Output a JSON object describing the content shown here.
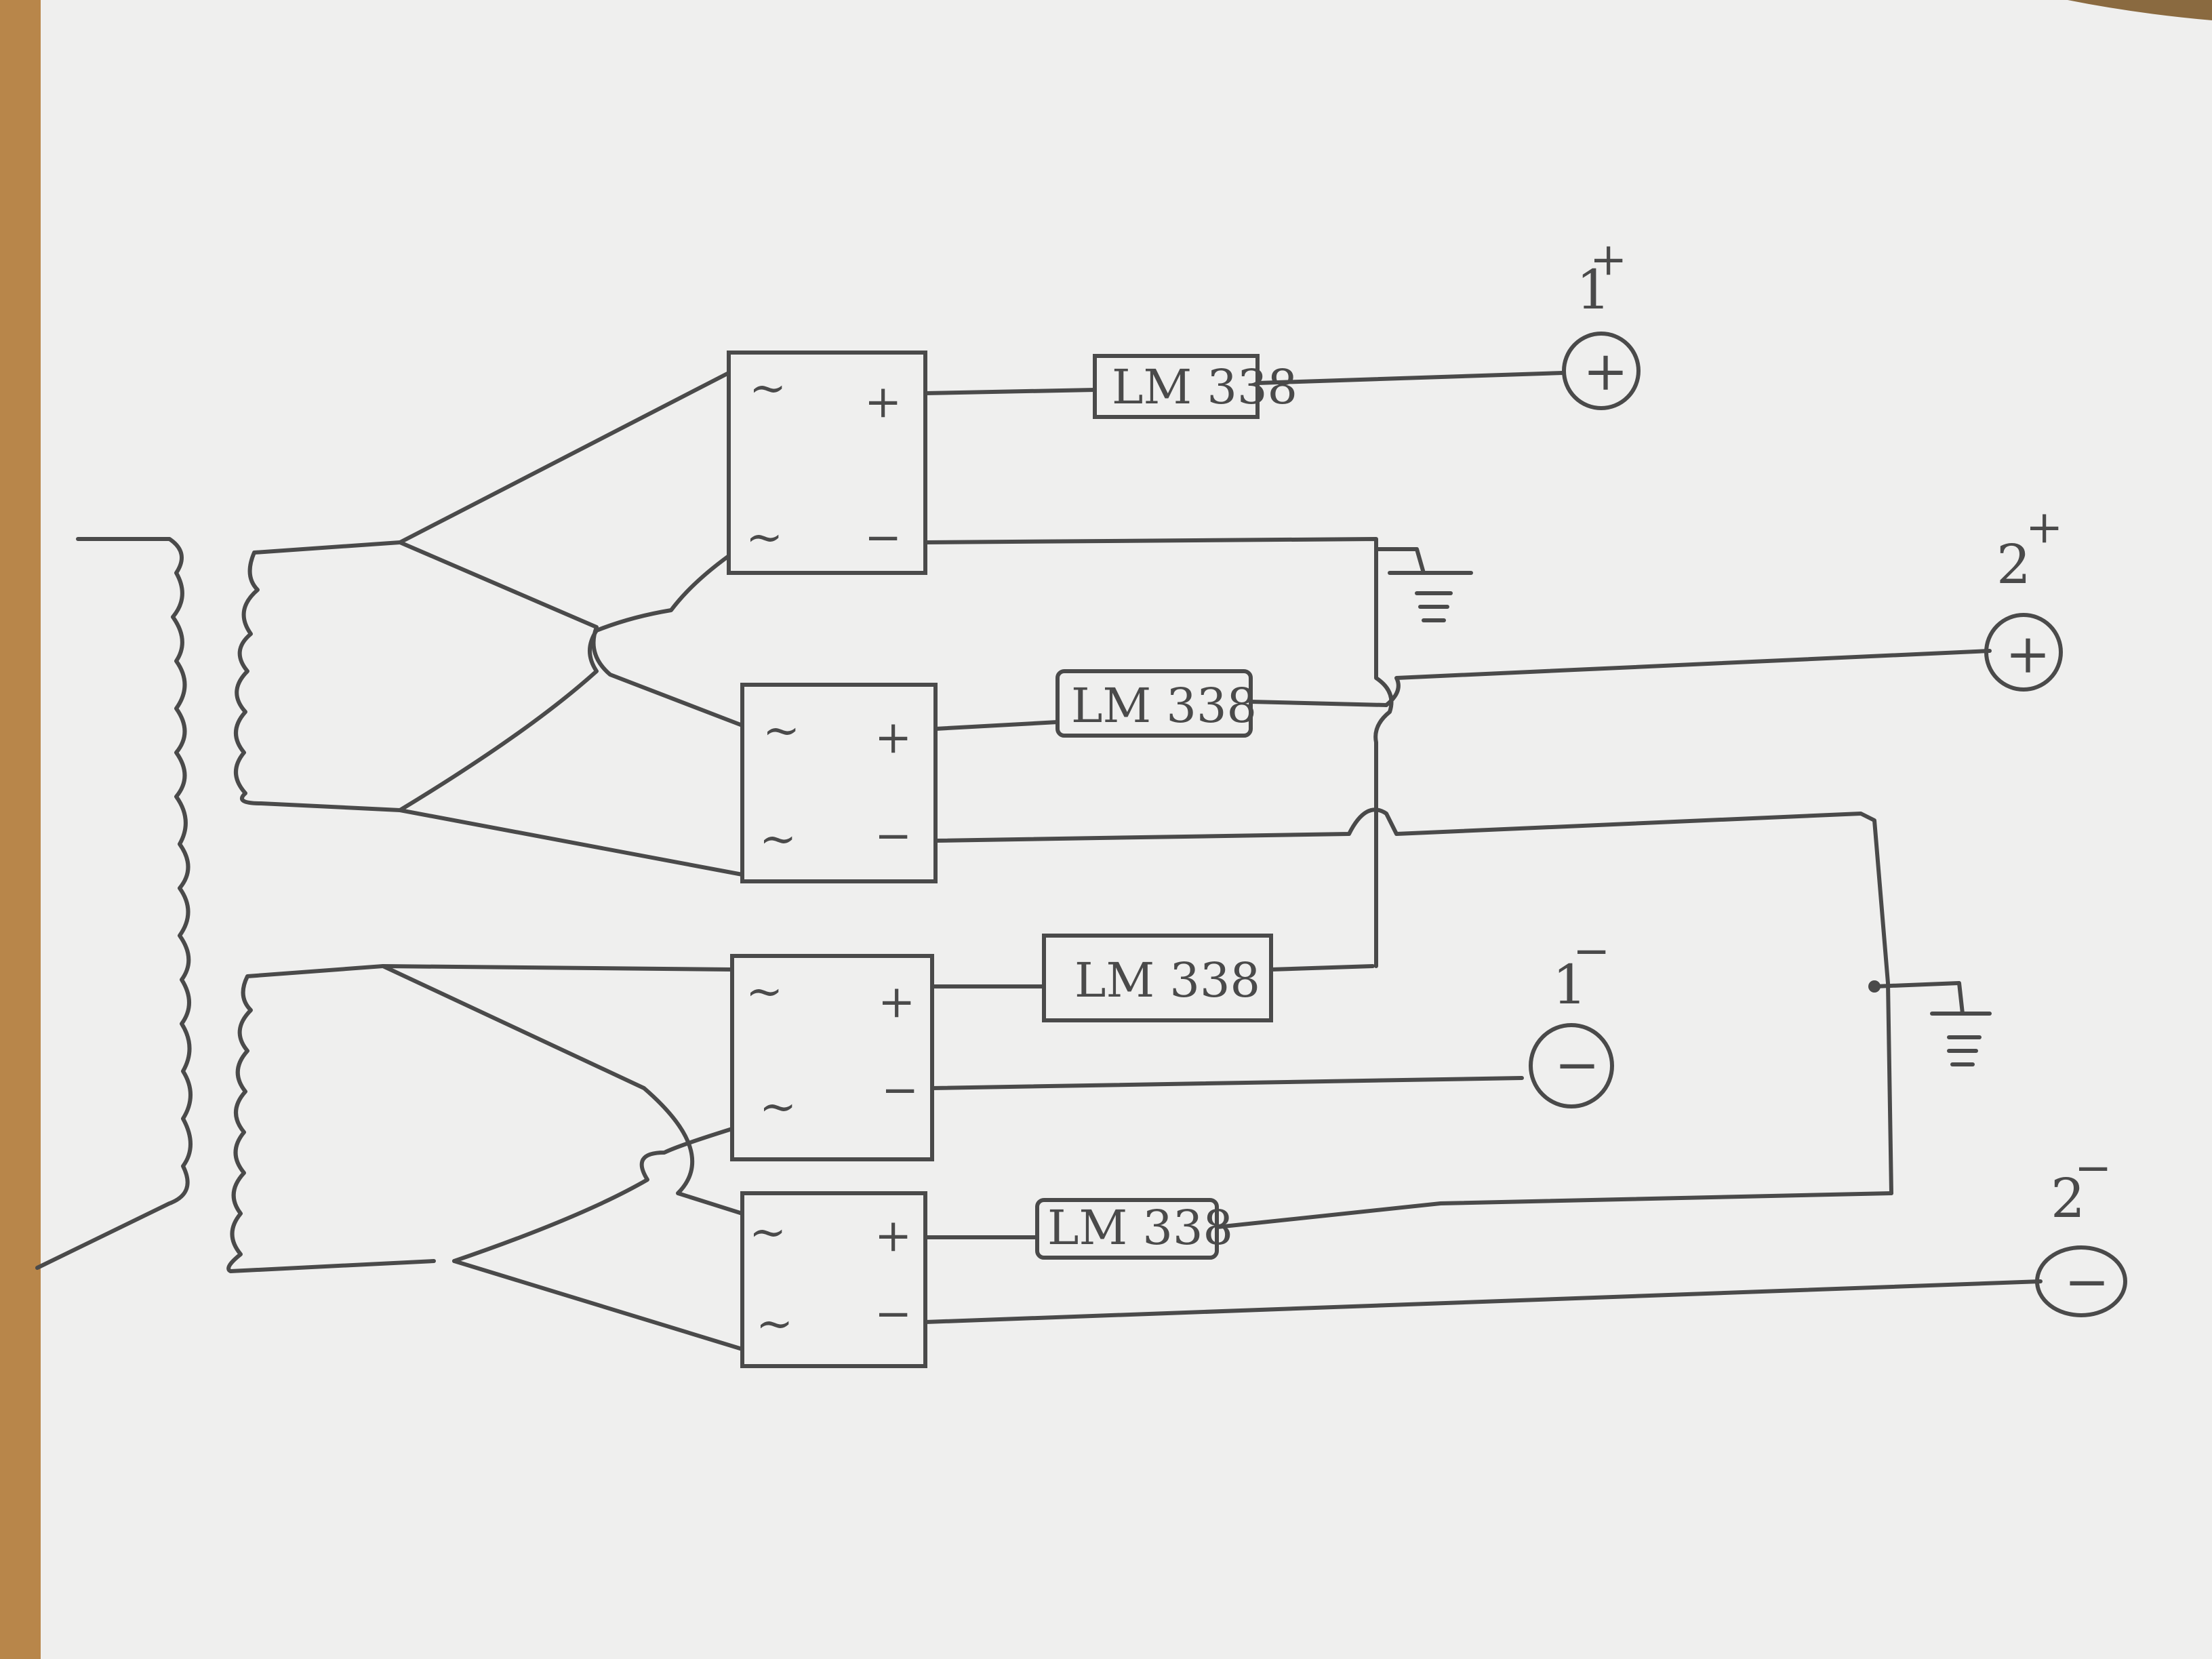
{
  "diagram": {
    "regulators": [
      {
        "label": "LM 338"
      },
      {
        "label": "LM 338"
      },
      {
        "label": "LM 338"
      },
      {
        "label": "LM 338"
      }
    ],
    "rectifier_terminals": {
      "ac": "~",
      "plus": "+",
      "minus": "−"
    },
    "outputs": [
      {
        "name": "1",
        "sup": "+",
        "symbol": "+"
      },
      {
        "name": "2",
        "sup": "+",
        "symbol": "+"
      },
      {
        "name": "1",
        "sup": "−",
        "symbol": "−"
      },
      {
        "name": "2",
        "sup": "−",
        "symbol": "−"
      }
    ],
    "colors": {
      "paper": "#efefee",
      "ink": "#4a4a4a",
      "table": "#b8864a"
    }
  }
}
